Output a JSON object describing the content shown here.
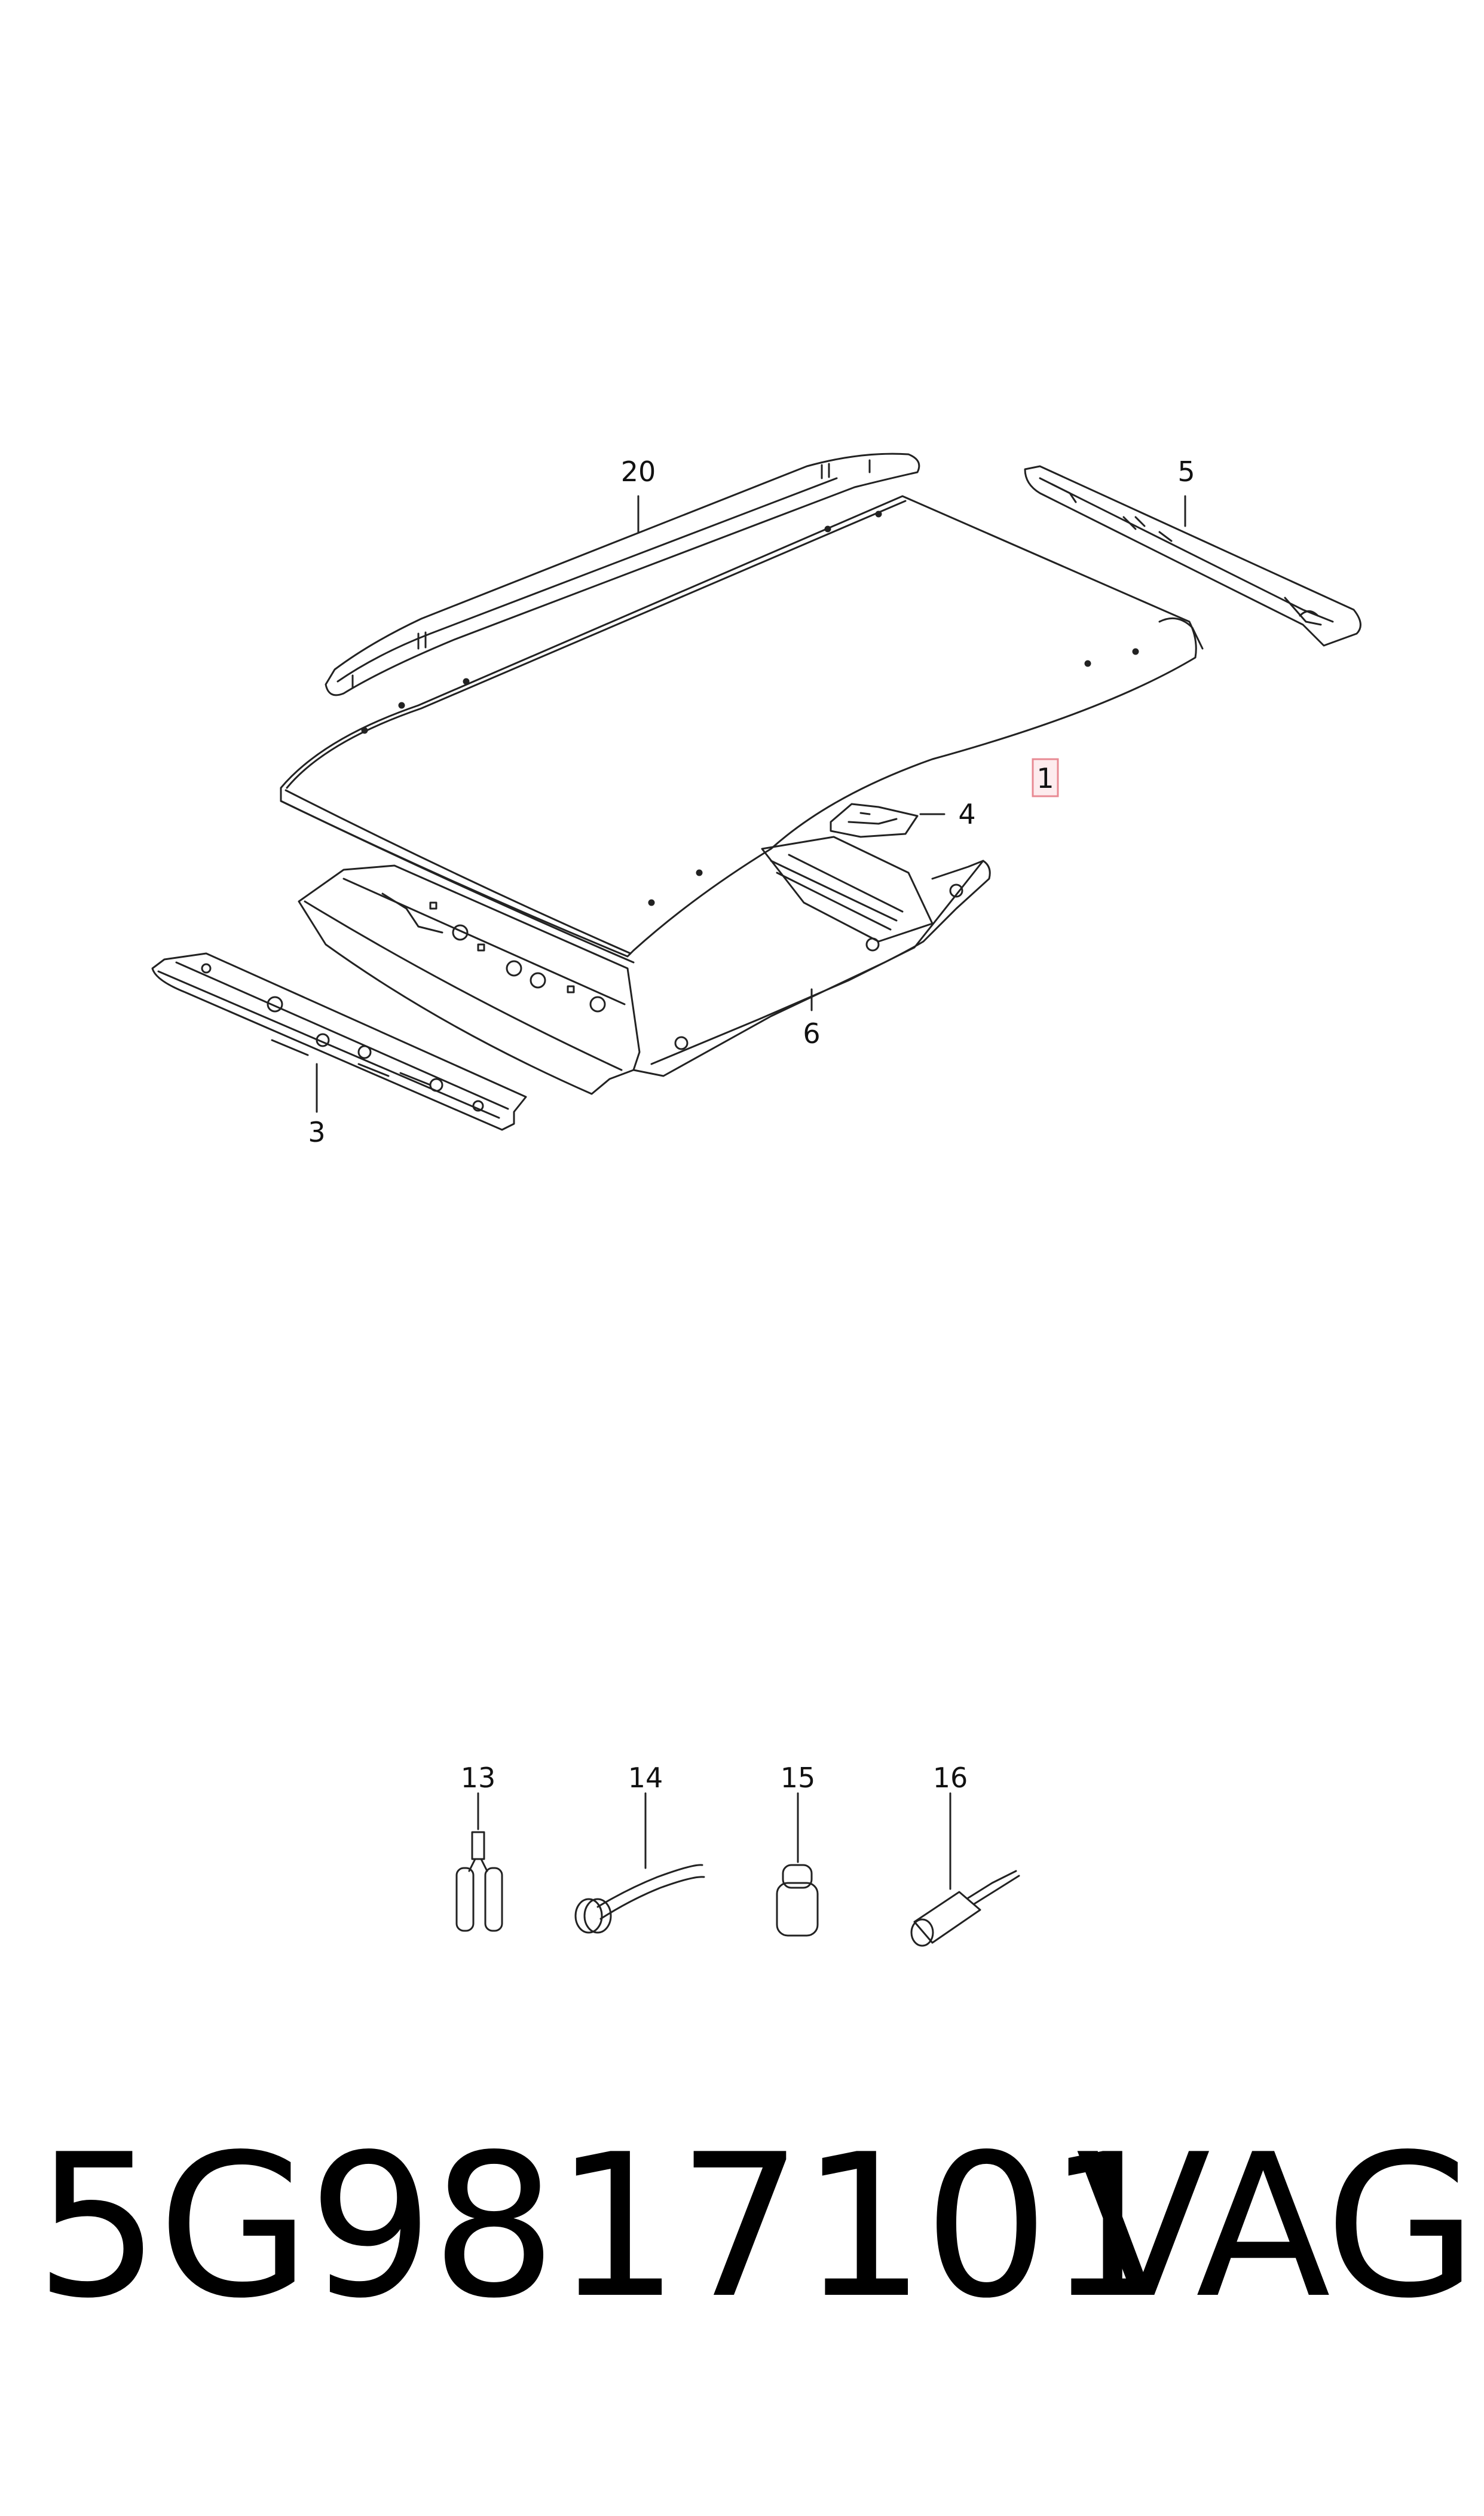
{
  "diagram": {
    "callouts": [
      {
        "id": "20",
        "label": "20"
      },
      {
        "id": "5",
        "label": "5"
      },
      {
        "id": "1",
        "label": "1",
        "highlighted": true
      },
      {
        "id": "4",
        "label": "4"
      },
      {
        "id": "6",
        "label": "6"
      },
      {
        "id": "3",
        "label": "3"
      },
      {
        "id": "13",
        "label": "13"
      },
      {
        "id": "14",
        "label": "14"
      },
      {
        "id": "15",
        "label": "15"
      },
      {
        "id": "16",
        "label": "16"
      }
    ],
    "highlight_color": "#e88a93",
    "highlight_fill": "#fdecee",
    "line_color": "#222222"
  },
  "footer": {
    "part_number": "5G9817101",
    "brand": "VAG"
  }
}
